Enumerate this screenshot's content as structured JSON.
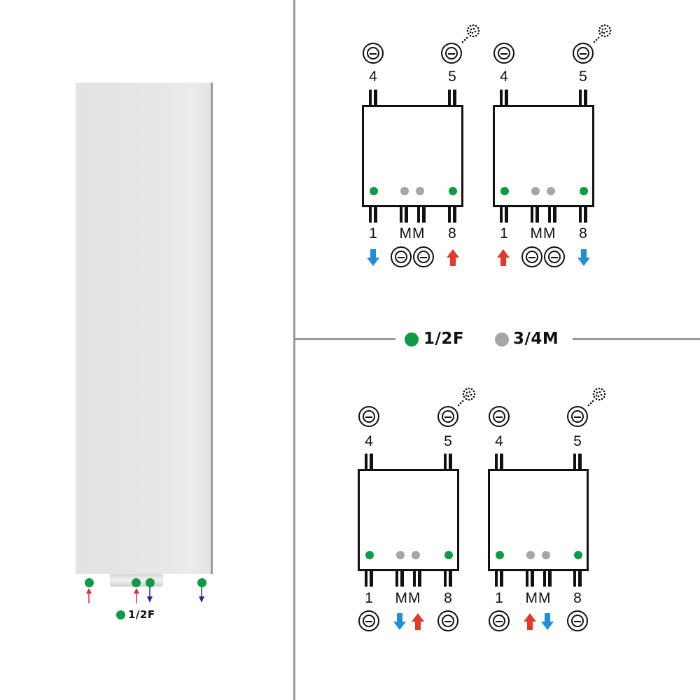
{
  "colors": {
    "flow_dot": "#0f9a45",
    "return_dot": "#a6a6a6",
    "hot_arrow": "#e03a2a",
    "cold_arrow": "#1e8fd8",
    "small_hot_arrow": "#d8323c",
    "small_cold_arrow": "#2a2a8a",
    "divider": "#9a9a9a"
  },
  "left_panel": {
    "product": "vertical-radiator",
    "connection_legend": "1/2F"
  },
  "legend": {
    "green_label": "1/2F",
    "gray_label": "3/4M"
  },
  "diagrams": [
    {
      "id": "top-left",
      "top_labels": [
        "4",
        "5"
      ],
      "bottom_labels": [
        "1",
        "MM",
        "8"
      ],
      "bottom_symbols": [
        "arrow-down-blue",
        "plug",
        "plug",
        "arrow-up-red"
      ]
    },
    {
      "id": "top-right",
      "top_labels": [
        "4",
        "5"
      ],
      "bottom_labels": [
        "1",
        "MM",
        "8"
      ],
      "bottom_symbols": [
        "arrow-up-red",
        "plug",
        "plug",
        "arrow-down-blue"
      ]
    },
    {
      "id": "bottom-left",
      "top_labels": [
        "4",
        "5"
      ],
      "bottom_labels": [
        "1",
        "MM",
        "8"
      ],
      "bottom_symbols": [
        "plug",
        "arrow-down-blue",
        "arrow-up-red",
        "plug"
      ]
    },
    {
      "id": "bottom-right",
      "top_labels": [
        "4",
        "5"
      ],
      "bottom_labels": [
        "1",
        "MM",
        "8"
      ],
      "bottom_symbols": [
        "plug",
        "arrow-up-red",
        "arrow-down-blue",
        "plug"
      ]
    }
  ]
}
